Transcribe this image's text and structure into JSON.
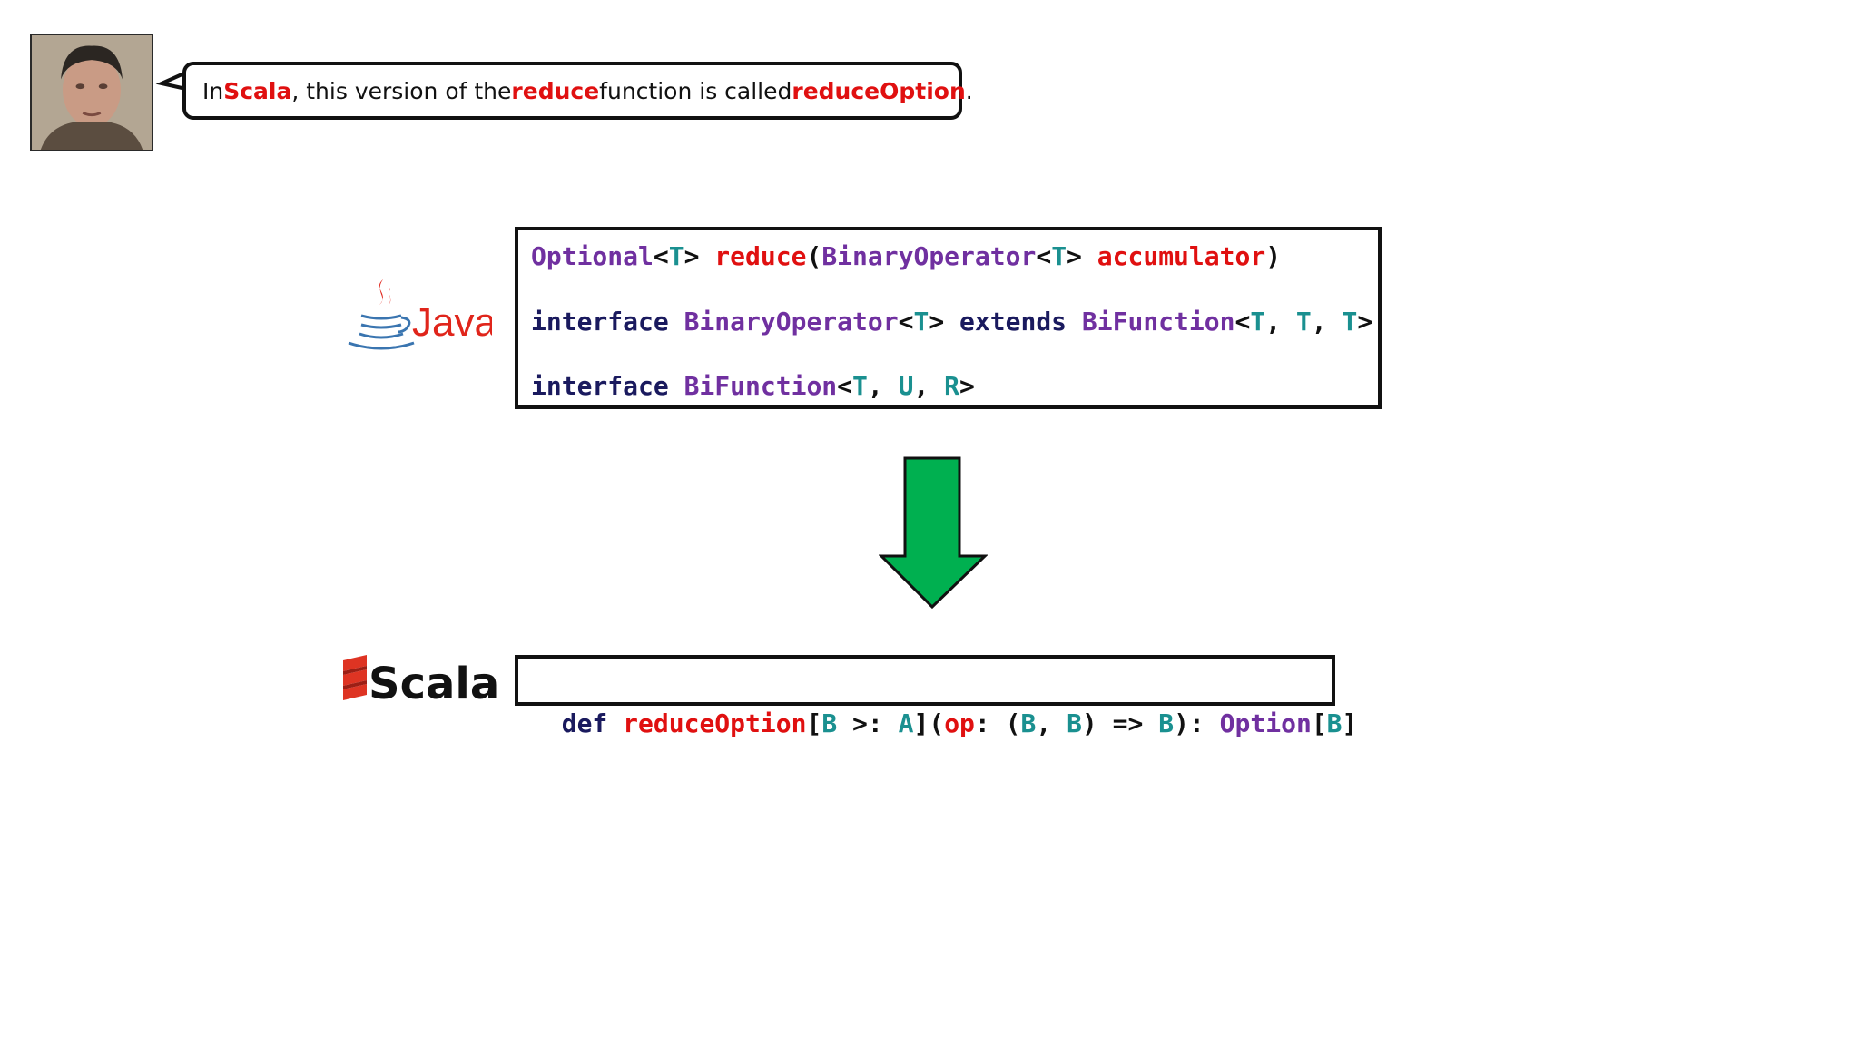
{
  "speaker": {
    "caption_parts": [
      {
        "text": "In ",
        "highlight": false
      },
      {
        "text": "Scala",
        "highlight": true
      },
      {
        "text": ", this version of the ",
        "highlight": false
      },
      {
        "text": "reduce",
        "highlight": true
      },
      {
        "text": " function is called ",
        "highlight": false
      },
      {
        "text": "reduceOption",
        "highlight": true
      },
      {
        "text": ".",
        "highlight": false
      }
    ]
  },
  "logos": {
    "java": "Java",
    "scala": "Scala"
  },
  "java_code": {
    "lines": [
      [
        {
          "t": "Optional",
          "c": "ty"
        },
        {
          "t": "<",
          "c": "pn"
        },
        {
          "t": "T",
          "c": "tp"
        },
        {
          "t": "> ",
          "c": "pn"
        },
        {
          "t": "reduce",
          "c": "fn"
        },
        {
          "t": "(",
          "c": "pn"
        },
        {
          "t": "BinaryOperator",
          "c": "ty"
        },
        {
          "t": "<",
          "c": "pn"
        },
        {
          "t": "T",
          "c": "tp"
        },
        {
          "t": "> ",
          "c": "pn"
        },
        {
          "t": "accumulator",
          "c": "fn"
        },
        {
          "t": ")",
          "c": "pn"
        }
      ],
      [
        {
          "t": "interface ",
          "c": "kw"
        },
        {
          "t": "BinaryOperator",
          "c": "ty"
        },
        {
          "t": "<",
          "c": "pn"
        },
        {
          "t": "T",
          "c": "tp"
        },
        {
          "t": "> ",
          "c": "pn"
        },
        {
          "t": "extends ",
          "c": "kw"
        },
        {
          "t": "BiFunction",
          "c": "ty"
        },
        {
          "t": "<",
          "c": "pn"
        },
        {
          "t": "T",
          "c": "tp"
        },
        {
          "t": ", ",
          "c": "pn"
        },
        {
          "t": "T",
          "c": "tp"
        },
        {
          "t": ", ",
          "c": "pn"
        },
        {
          "t": "T",
          "c": "tp"
        },
        {
          "t": ">",
          "c": "pn"
        }
      ],
      [
        {
          "t": "interface ",
          "c": "kw"
        },
        {
          "t": "BiFunction",
          "c": "ty"
        },
        {
          "t": "<",
          "c": "pn"
        },
        {
          "t": "T",
          "c": "tp"
        },
        {
          "t": ", ",
          "c": "pn"
        },
        {
          "t": "U",
          "c": "tp"
        },
        {
          "t": ", ",
          "c": "pn"
        },
        {
          "t": "R",
          "c": "tp"
        },
        {
          "t": ">",
          "c": "pn"
        }
      ]
    ]
  },
  "scala_code": {
    "tokens": [
      {
        "t": "def ",
        "c": "kw"
      },
      {
        "t": "reduceOption",
        "c": "fn"
      },
      {
        "t": "[",
        "c": "pn"
      },
      {
        "t": "B",
        "c": "tp"
      },
      {
        "t": " >: ",
        "c": "pn"
      },
      {
        "t": "A",
        "c": "tp"
      },
      {
        "t": "](",
        "c": "pn"
      },
      {
        "t": "op",
        "c": "fn"
      },
      {
        "t": ": (",
        "c": "pn"
      },
      {
        "t": "B",
        "c": "tp"
      },
      {
        "t": ", ",
        "c": "pn"
      },
      {
        "t": "B",
        "c": "tp"
      },
      {
        "t": ") => ",
        "c": "pn"
      },
      {
        "t": "B",
        "c": "tp"
      },
      {
        "t": "): ",
        "c": "pn"
      },
      {
        "t": "Option",
        "c": "ty"
      },
      {
        "t": "[",
        "c": "pn"
      },
      {
        "t": "B",
        "c": "tp"
      },
      {
        "t": "]",
        "c": "pn"
      }
    ]
  },
  "colors": {
    "highlight": "#e01010",
    "keyword": "#1a1a5e",
    "type": "#7030a0",
    "type_param": "#1a9090",
    "arrow": "#00b050",
    "java_red": "#e0251b",
    "java_blue": "#3a75b0",
    "scala_red": "#de3423"
  }
}
